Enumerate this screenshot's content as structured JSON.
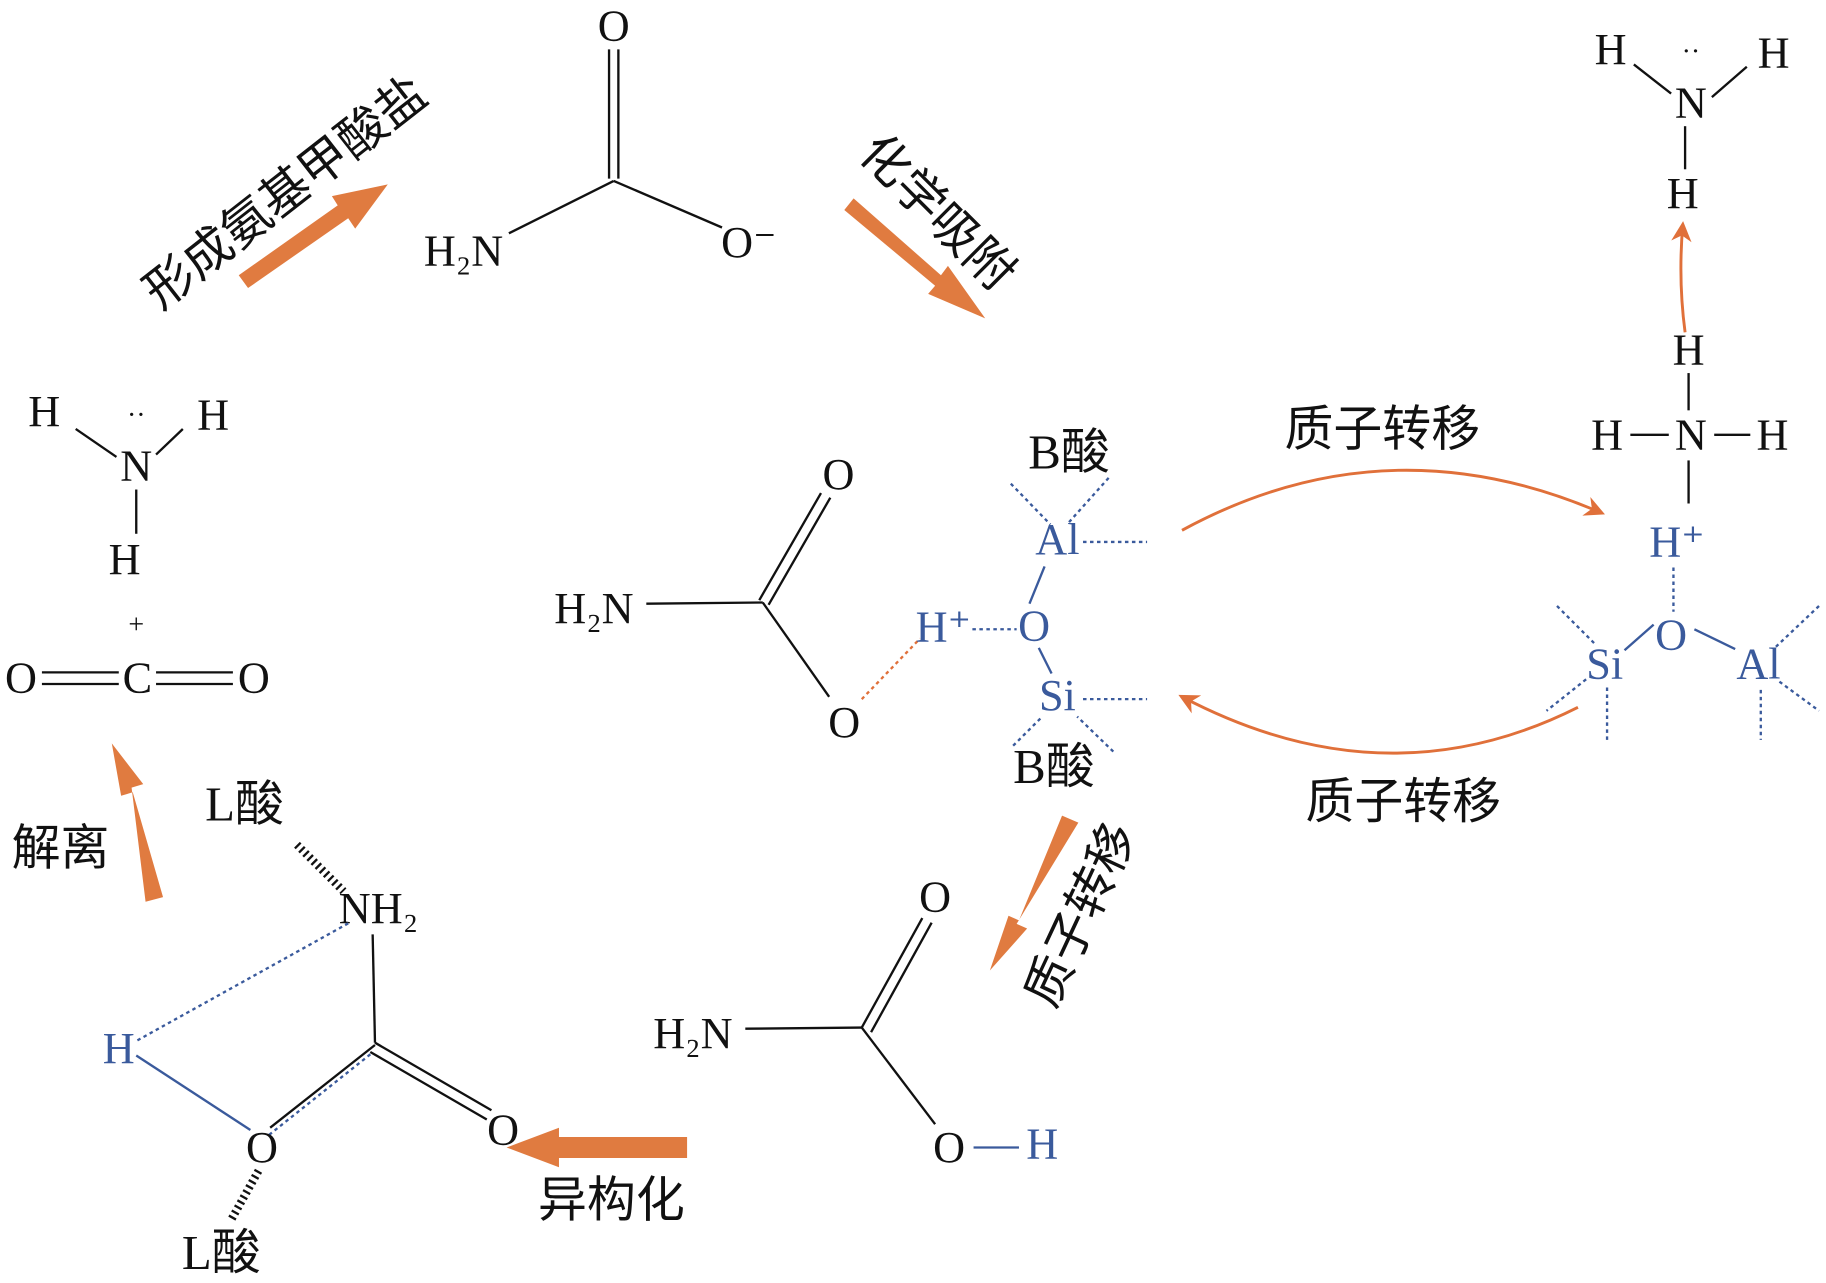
{
  "labels": {
    "form_carbamate": "形成氨基甲酸盐",
    "chemisorption": "化学吸附",
    "proton_transfer_top": "质子转移",
    "proton_transfer_bottom": "质子转移",
    "proton_transfer_down": "质子转移",
    "isomerization": "异构化",
    "dissociation": "解离",
    "b_acid": "B酸",
    "l_acid": "L酸"
  },
  "atoms": {
    "O": "O",
    "C": "C",
    "N": "N",
    "H": "H",
    "H2N": "H₂N",
    "NH2": "NH₂",
    "O_minus": "O⁻",
    "H_plus": "H⁺",
    "Al": "Al",
    "Si": "Si",
    "plus": "+",
    "lone_pair": "··"
  },
  "colors": {
    "arrow": "#e07b40",
    "zeolite": "#3a5a9c"
  }
}
